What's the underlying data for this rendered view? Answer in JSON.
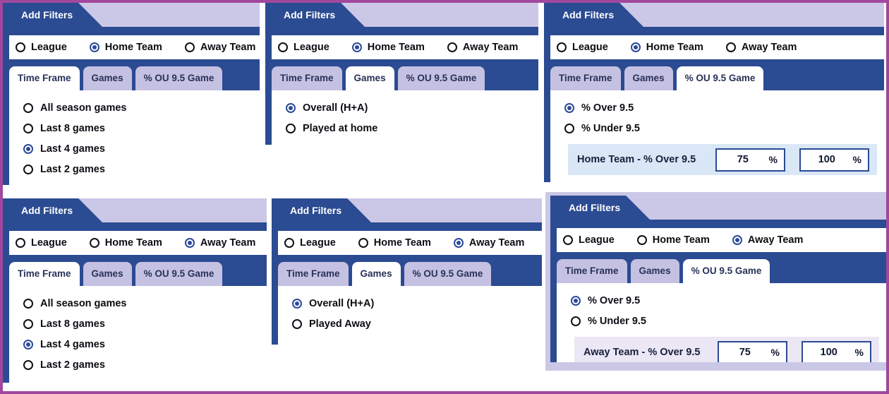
{
  "colors": {
    "frame_border": "#a1479e",
    "panel_navy": "#2b4b92",
    "lavender": "#cbc7e6",
    "radio_selected": "#2b4a9b",
    "range_row_blue": "#d9e7f6",
    "range_row_lilac": "#ece7f5"
  },
  "panels": [
    {
      "header": "Add Filters",
      "scope": [
        {
          "label": "League",
          "selected": false
        },
        {
          "label": "Home Team",
          "selected": true
        },
        {
          "label": "Away Team",
          "selected": false
        }
      ],
      "tabs": [
        {
          "label": "Time Frame",
          "active": true
        },
        {
          "label": "Games",
          "active": false
        },
        {
          "label": "% OU 9.5 Game",
          "active": false
        }
      ],
      "options": [
        {
          "label": "All season games",
          "selected": false
        },
        {
          "label": "Last 8 games",
          "selected": false
        },
        {
          "label": "Last 4 games",
          "selected": true
        },
        {
          "label": "Last 2 games",
          "selected": false
        }
      ]
    },
    {
      "header": "Add Filters",
      "scope": [
        {
          "label": "League",
          "selected": false
        },
        {
          "label": "Home Team",
          "selected": true
        },
        {
          "label": "Away Team",
          "selected": false
        }
      ],
      "tabs": [
        {
          "label": "Time Frame",
          "active": false
        },
        {
          "label": "Games",
          "active": true
        },
        {
          "label": "% OU 9.5 Game",
          "active": false
        }
      ],
      "options": [
        {
          "label": "Overall (H+A)",
          "selected": true
        },
        {
          "label": "Played at home",
          "selected": false
        }
      ]
    },
    {
      "header": "Add Filters",
      "scope": [
        {
          "label": "League",
          "selected": false
        },
        {
          "label": "Home Team",
          "selected": true
        },
        {
          "label": "Away Team",
          "selected": false
        }
      ],
      "tabs": [
        {
          "label": "Time Frame",
          "active": false
        },
        {
          "label": "Games",
          "active": false
        },
        {
          "label": "% OU 9.5 Game",
          "active": true
        }
      ],
      "options": [
        {
          "label": "% Over 9.5",
          "selected": true
        },
        {
          "label": "% Under 9.5",
          "selected": false
        }
      ],
      "range_row": {
        "label": "Home Team - % Over 9.5",
        "inputs": [
          {
            "value": "75",
            "unit": "%"
          },
          {
            "value": "100",
            "unit": "%"
          }
        ]
      }
    },
    {
      "header": "Add Filters",
      "scope": [
        {
          "label": "League",
          "selected": false
        },
        {
          "label": "Home Team",
          "selected": false
        },
        {
          "label": "Away Team",
          "selected": true
        }
      ],
      "tabs": [
        {
          "label": "Time Frame",
          "active": true
        },
        {
          "label": "Games",
          "active": false
        },
        {
          "label": "% OU 9.5 Game",
          "active": false
        }
      ],
      "options": [
        {
          "label": "All season games",
          "selected": false
        },
        {
          "label": "Last 8 games",
          "selected": false
        },
        {
          "label": "Last 4 games",
          "selected": true
        },
        {
          "label": "Last 2 games",
          "selected": false
        }
      ]
    },
    {
      "header": "Add Filters",
      "scope": [
        {
          "label": "League",
          "selected": false
        },
        {
          "label": "Home Team",
          "selected": false
        },
        {
          "label": "Away Team",
          "selected": true
        }
      ],
      "tabs": [
        {
          "label": "Time Frame",
          "active": false
        },
        {
          "label": "Games",
          "active": true
        },
        {
          "label": "% OU 9.5 Game",
          "active": false
        }
      ],
      "options": [
        {
          "label": "Overall (H+A)",
          "selected": true
        },
        {
          "label": "Played Away",
          "selected": false
        }
      ]
    },
    {
      "header": "Add Filters",
      "scope": [
        {
          "label": "League",
          "selected": false
        },
        {
          "label": "Home Team",
          "selected": false
        },
        {
          "label": "Away Team",
          "selected": true
        }
      ],
      "tabs": [
        {
          "label": "Time Frame",
          "active": false
        },
        {
          "label": "Games",
          "active": false
        },
        {
          "label": "% OU 9.5 Game",
          "active": true
        }
      ],
      "options": [
        {
          "label": "% Over 9.5",
          "selected": true
        },
        {
          "label": "% Under 9.5",
          "selected": false
        }
      ],
      "range_row": {
        "label": "Away Team - % Over 9.5",
        "inputs": [
          {
            "value": "75",
            "unit": "%"
          },
          {
            "value": "100",
            "unit": "%"
          }
        ]
      }
    }
  ]
}
